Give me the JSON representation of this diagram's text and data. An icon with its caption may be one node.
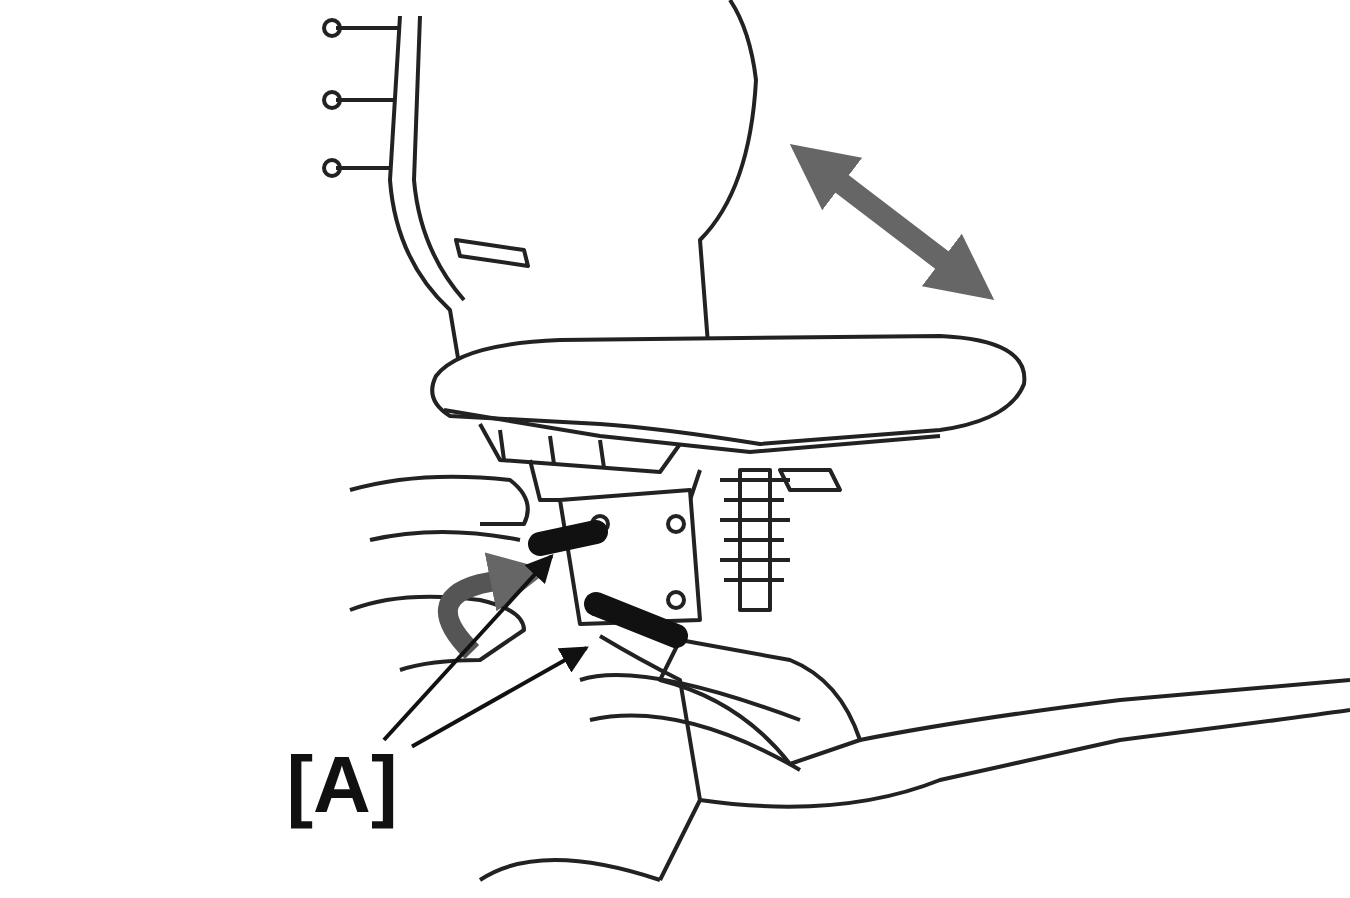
{
  "diagram": {
    "nodes": [
      {
        "text": [
          "[A]"
        ]
      },
      {
        "text": [],
        "shape": "bar"
      },
      {
        "text": [],
        "shape": "bar"
      }
    ],
    "edges": [
      {
        "from": 0,
        "to": 1,
        "arrow": "to"
      },
      {
        "from": 0,
        "to": 2,
        "arrow": "to"
      }
    ]
  }
}
